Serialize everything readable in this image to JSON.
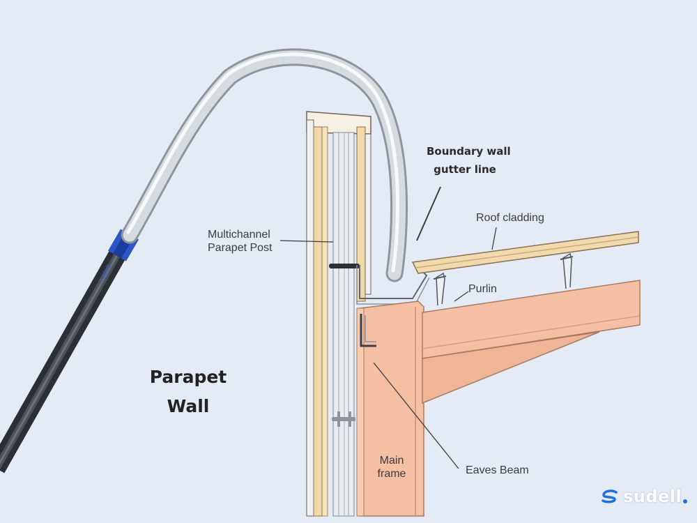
{
  "title": {
    "line1": "Parapet",
    "line2": "Wall"
  },
  "labels": {
    "multichannel_line1": "Multichannel",
    "multichannel_line2": "Parapet Post",
    "boundary_line1": "Boundary wall",
    "boundary_line2": "gutter line",
    "roof_cladding": "Roof cladding",
    "purlin": "Purlin",
    "main_frame_line1": "Main",
    "main_frame_line2": "frame",
    "eaves_beam": "Eaves Beam"
  },
  "brand": {
    "name": "sudell",
    "logo_icon": "sudell-logo-icon"
  },
  "colors": {
    "background": "#e4ebf4",
    "timber": "#f4bfa2",
    "timber_edge": "#a87a63",
    "cladding": "#f3d9b0",
    "pole": "#3b3f44",
    "pole_head": "#c9d0d6",
    "pole_band": "#2f56c8"
  }
}
